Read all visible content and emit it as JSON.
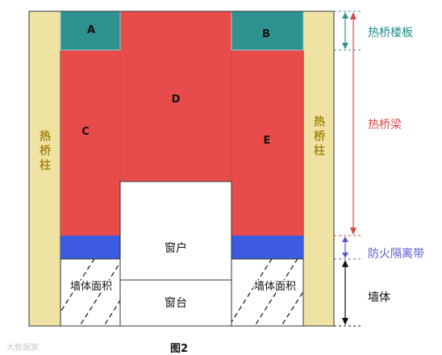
{
  "diagram": {
    "caption": "图2",
    "watermark": "大数据家",
    "column_label_left": "热桥柱",
    "column_label_right": "热桥柱",
    "zones": {
      "A": "A",
      "B": "B",
      "C": "C",
      "D": "D",
      "E": "E"
    },
    "window_label": "窗户",
    "sill_label": "窗台",
    "wall_area_left": "墙体面积",
    "wall_area_right": "墙体面积",
    "annotations": {
      "slab": "热桥楼板",
      "beam": "热桥梁",
      "fire_strip": "防火隔离带",
      "wall": "墙体"
    },
    "colors": {
      "column": "#efe3a3",
      "slab": "#2e9290",
      "beam": "#e84c4a",
      "fire_strip": "#3c5be0",
      "wall": "#ffffff",
      "slab_text": "#1e8a8a",
      "beam_text": "#d94848",
      "fire_text": "#5a5ad0",
      "column_text": "#a8881a"
    }
  }
}
